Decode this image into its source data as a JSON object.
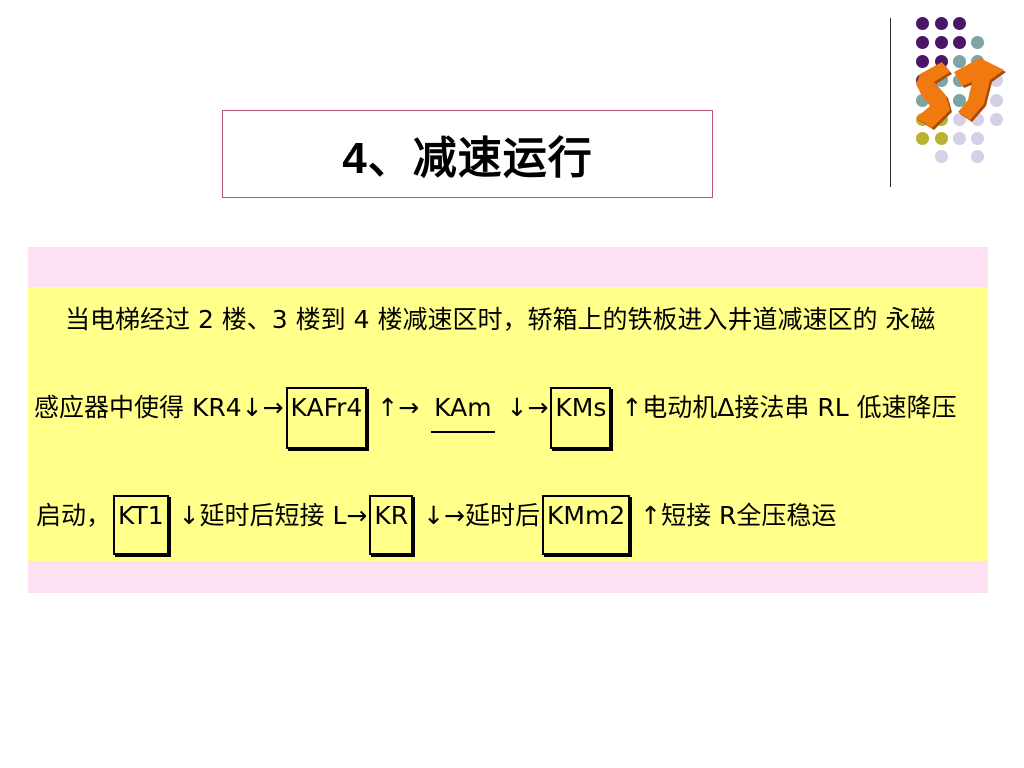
{
  "slide": {
    "title": "4、减速运行"
  },
  "content": {
    "line1": "当电梯经过 2 楼、3 楼到 4 楼减速区时，轿箱上的铁板进入井道减速区的 永磁",
    "line2": [
      {
        "text": "感应器中使得 KR4"
      },
      {
        "text": "↓→"
      },
      {
        "text": "KAFr4"
      },
      {
        "text": " ↑→ "
      },
      {
        "text": "KAm"
      },
      {
        "text": " ↓→"
      },
      {
        "text": "KMs"
      },
      {
        "text": " ↑电动机Δ接法串 RL 低速降压"
      }
    ],
    "line3": [
      {
        "text": "启动，"
      },
      {
        "text": "KT1"
      },
      {
        "text": " ↓延时后短接 L→"
      },
      {
        "text": "KR"
      },
      {
        "text": " ↓→延时后"
      },
      {
        "text": "KMm2"
      },
      {
        "text": " ↑短接 R全压稳运"
      }
    ]
  },
  "icons": {
    "logo": "orange-3d-logo-icon",
    "dots": "decorative-dot-icon"
  },
  "colors": {
    "panel-yellow": "#ffff8a",
    "panel-pink": "#fce1f3",
    "title-border": "#b8507c",
    "dot-purple": "#4a1768",
    "dot-teal": "#7ea4a4",
    "dot-olive": "#b7b234",
    "dot-lavender": "#d3d0e8",
    "logo-orange": "#f07a10",
    "logo-dark": "#a84a06"
  }
}
